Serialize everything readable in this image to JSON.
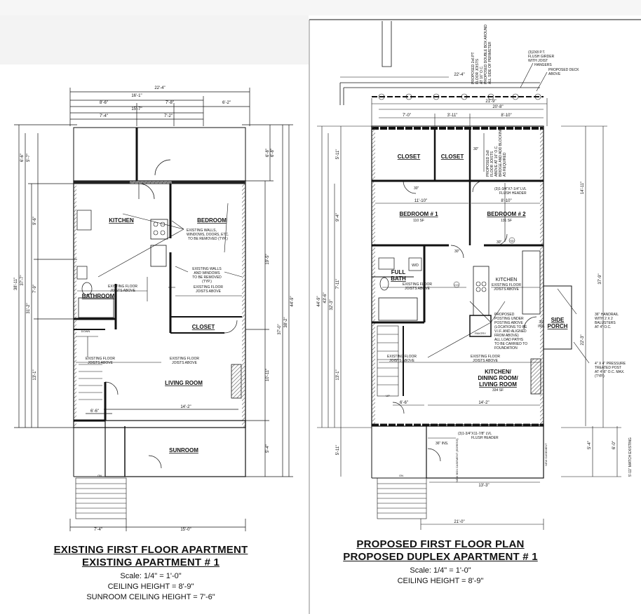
{
  "left": {
    "title1": "EXISTING FIRST FLOOR APARTMENT",
    "title2": "EXISTING APARTMENT # 1",
    "scale": "Scale: 1/4\" = 1'-0\"",
    "ceiling": "CEILING HEIGHT = 8'-9\"",
    "sunroom_ceiling": "SUNROOM CEILING HEIGHT = 7'-6\"",
    "rooms": {
      "kitchen": "KITCHEN",
      "bedroom": "BEDROOM",
      "bathroom": "BATHROOM",
      "closet": "CLOSET",
      "living": "LIVING ROOM",
      "sunroom": "SUNROOM"
    },
    "notes": {
      "remove1a": "EXISTING WALLS,",
      "remove1b": "WINDOWS, DOORS, ETC.",
      "remove1c": "TO BE REMOVED (TYP.)",
      "remove2a": "EXISTING WALLS",
      "remove2b": "AND WINDOWS",
      "remove2c": "TO BE REMOVED",
      "remove2d": "(TYP.)",
      "joists_a": "EXISTING FLOOR",
      "joists_b": "JOISTS ABOVE",
      "down": "DOWN",
      "on": "ON"
    },
    "dims": {
      "d1": "22'-4\"",
      "d2": "16'-1\"",
      "d3": "8'-6\"",
      "d4": "7'-8\"",
      "d5": "6'-2\"",
      "d6": "15'-7\"",
      "d7": "7'-4\"",
      "d8": "7'-2\"",
      "d9": "6'-6\"",
      "d10": "14'-2\"",
      "d11": "7'-4\"",
      "d12": "15'-0\"",
      "v1": "38'-11\"",
      "v2": "37'-7\"",
      "v3": "31'-2\"",
      "v4": "6'-6\"",
      "v5": "5'-7\"",
      "v6": "9'-6\"",
      "v7": "7'-9\"",
      "v8": "13'-1\"",
      "v9": "44'-9\"",
      "v10": "38'-2\"",
      "v11": "6'-8\"",
      "v12": "6'-8\"",
      "v13": "19'-5\"",
      "v14": "37'-0\"",
      "v15": "10'-11\"",
      "v16": "5'-4\""
    }
  },
  "right": {
    "title1": "PROPOSED FIRST FLOOR PLAN",
    "title2": "PROPOSED DUPLEX APARTMENT # 1",
    "scale": "Scale: 1/4\" = 1'-0\"",
    "ceiling": "CEILING HEIGHT = 8'-9\"",
    "rooms": {
      "closet1": "CLOSET",
      "closet2": "CLOSET",
      "bedroom1": "BEDROOM # 1",
      "bedroom1_sf": "110 SF",
      "bedroom2": "BEDROOM # 2",
      "bedroom2_sf": "131 SF",
      "full_bath_a": "FULL",
      "full_bath_b": "BATH",
      "kitchen": "KITCHEN",
      "kdl_a": "KITCHEN/",
      "kdl_b": "DINING ROOM/",
      "kdl_c": "LIVING ROOM",
      "kdl_sf": "334 SF",
      "side_porch_a": "SIDE",
      "side_porch_b": "PORCH",
      "pantry": "PANTRY",
      "wd": "W/D"
    },
    "notes": {
      "girder_a": "(3)2X8 P.T.",
      "girder_b": "FLUSH GIRDER",
      "girder_c": "WITH JOIST",
      "girder_d": "HANGERS",
      "deck_a": "PROPOSED DECK",
      "deck_b": "ABOVE",
      "perim_a": "PROPOSED 2x6 PT",
      "perim_b": "FLOOR JOISTS",
      "perim_c": "AT 16\" O.C.",
      "perim_d": "PROPOSED DOUBLE BOX AROUND",
      "perim_e": "ALL SIDE OF PERIMETER",
      "joist2_a": "PROPOSED 2x8",
      "joist2_b": "FLOOR JOISTS",
      "joist2_c": "ABOVE AT 16\" O.C.",
      "joist2_d": "BRIDGE AND ADD BLOCKING",
      "joist2_e": "AS REQUIRED",
      "lvl1_a": "(3)1-3/4\"X7-1/4\" LVL",
      "lvl1_b": "FLUSH HEADER",
      "lvl2_a": "(3)1-3/4\"X11-7/8\" LVL",
      "lvl2_b": "FLUSH HEADER",
      "post_a": "PROPOSED",
      "post_b": "POSTING UNDER",
      "post_c": "POSTING ABOVE",
      "post_d": "(LOCATIONS TO BE",
      "post_e": "V.I.F. AND ALIGNED",
      "post_f": "FROM ABOVE)",
      "post_g": "ALL LOAD PATHS",
      "post_h": "TO BE CARRIED TO",
      "post_i": "FOUNDATION",
      "handrail_a": "36\" HANDRAIL",
      "handrail_b": "WITH 2 X 2",
      "handrail_c": "BALUSTERS",
      "handrail_d": "AT 4\" O.C.",
      "ptpost_a": "4\" X 4\" PRESSURE",
      "ptpost_b": "TREATED POST",
      "ptpost_c": "AT 4'-6\" O.C. MAX.",
      "ptpost_d": "(TYP.)",
      "joists_a": "EXISTING FLOOR",
      "joists_b": "JOISTS ABOVE",
      "ins": "36\" INS.",
      "ins2": "36\"",
      "ins2b": "INS.",
      "on": "ON",
      "up": "UP",
      "d30a": "30\"",
      "d30b": "30\"",
      "d30c": "30\"",
      "d30d": "30\"",
      "sd": "SD",
      "co": "CO",
      "new_casement": "NEW BOX CASEMENT (EGRESS)",
      "new_casement2": "NEW CASEMENT",
      "match_existing": "5'-11\" MATCH EXISTING"
    },
    "dims": {
      "d1": "22'-4\"",
      "d2": "21'-9\"",
      "d3": "20'-8\"",
      "d4": "7'-0\"",
      "d5": "3'-11\"",
      "d6": "8'-10\"",
      "d7": "11'-10\"",
      "d8": "8'-10\"",
      "d9": "6'-6\"",
      "d10": "14'-2\"",
      "d11": "13'-3\"",
      "d12": "21'-0\"",
      "v1": "44'-9\"",
      "v2": "43'-6\"",
      "v3": "32'-3\"",
      "v4": "5'-11\"",
      "v5": "9'-4\"",
      "v6": "7'-11\"",
      "v7": "13'-1\"",
      "v8": "5'-11\"",
      "v9": "14'-11\"",
      "v10": "37'-9\"",
      "v11": "22'-3\"",
      "v12": "5'-4\"",
      "v13": "6'-0\""
    }
  }
}
